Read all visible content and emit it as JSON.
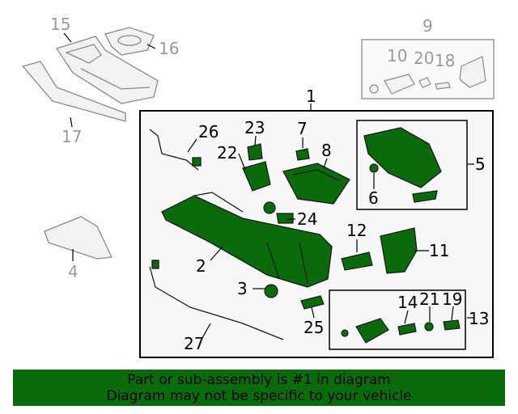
{
  "callouts": {
    "c1": "1",
    "c2": "2",
    "c3": "3",
    "c4": "4",
    "c5": "5",
    "c6": "6",
    "c7": "7",
    "c8": "8",
    "c9": "9",
    "c10": "10",
    "c11": "11",
    "c12": "12",
    "c13": "13",
    "c14": "14",
    "c15": "15",
    "c16": "16",
    "c17": "17",
    "c18": "18",
    "c19": "19",
    "c20": "20",
    "c21": "21",
    "c22": "22",
    "c23": "23",
    "c24": "24",
    "c25": "25",
    "c26": "26",
    "c27": "27"
  },
  "colors": {
    "highlight": "#0a6b0a",
    "outline": "#1a1a1a",
    "gray_part": "#9a9a9a",
    "panel_bg": "#f7f7f7"
  },
  "footer": {
    "line1": "Part or sub-assembly is #1 in diagram",
    "line2": "Diagram may not be specific to your vehicle"
  }
}
